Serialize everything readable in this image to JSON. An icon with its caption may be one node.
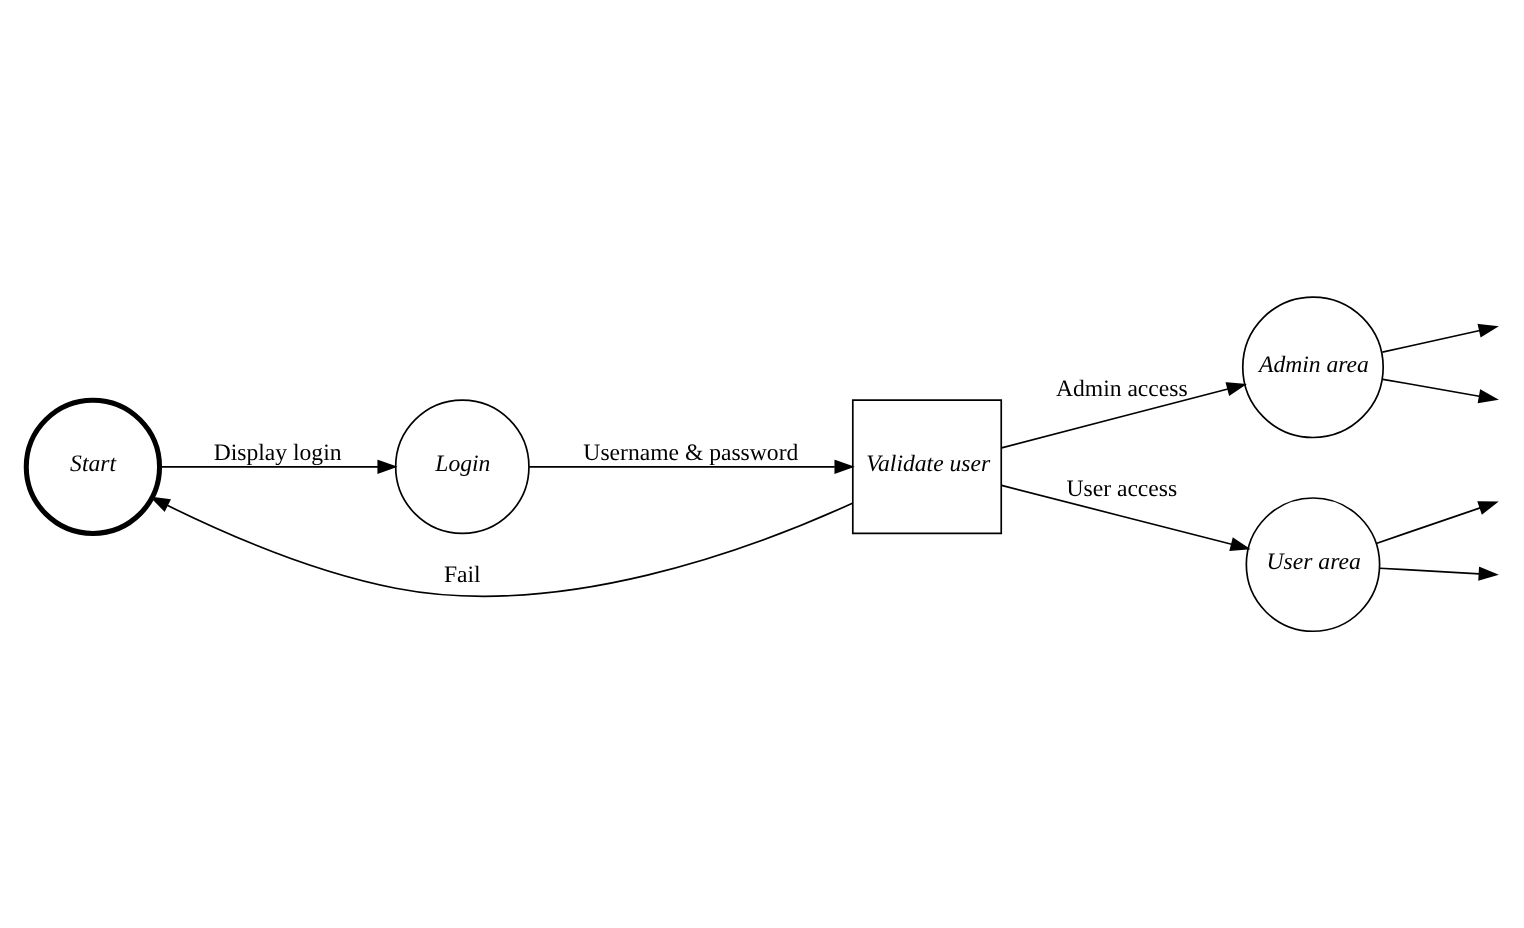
{
  "diagram": {
    "nodes": [
      {
        "text": [
          "Start"
        ]
      },
      {
        "text": [
          "Login"
        ]
      },
      {
        "text": [
          "Validate user"
        ]
      },
      {
        "text": [
          "Admin area"
        ]
      },
      {
        "text": [
          "User area"
        ]
      }
    ],
    "edges": [
      {
        "from": 0,
        "to": 1,
        "arrow": "to",
        "label": "Display login"
      },
      {
        "from": 1,
        "to": 2,
        "arrow": "to",
        "label": "Username & password"
      },
      {
        "from": 2,
        "to": 0,
        "arrow": "to",
        "label": "Fail"
      },
      {
        "from": 2,
        "to": 3,
        "arrow": "to",
        "label": "Admin access"
      },
      {
        "from": 2,
        "to": 4,
        "arrow": "to",
        "label": "User access"
      },
      {
        "from": 3,
        "to": null,
        "arrow": "to"
      },
      {
        "from": 3,
        "to": null,
        "arrow": "to"
      },
      {
        "from": 4,
        "to": null,
        "arrow": "to"
      },
      {
        "from": 4,
        "to": null,
        "arrow": "to"
      }
    ]
  }
}
